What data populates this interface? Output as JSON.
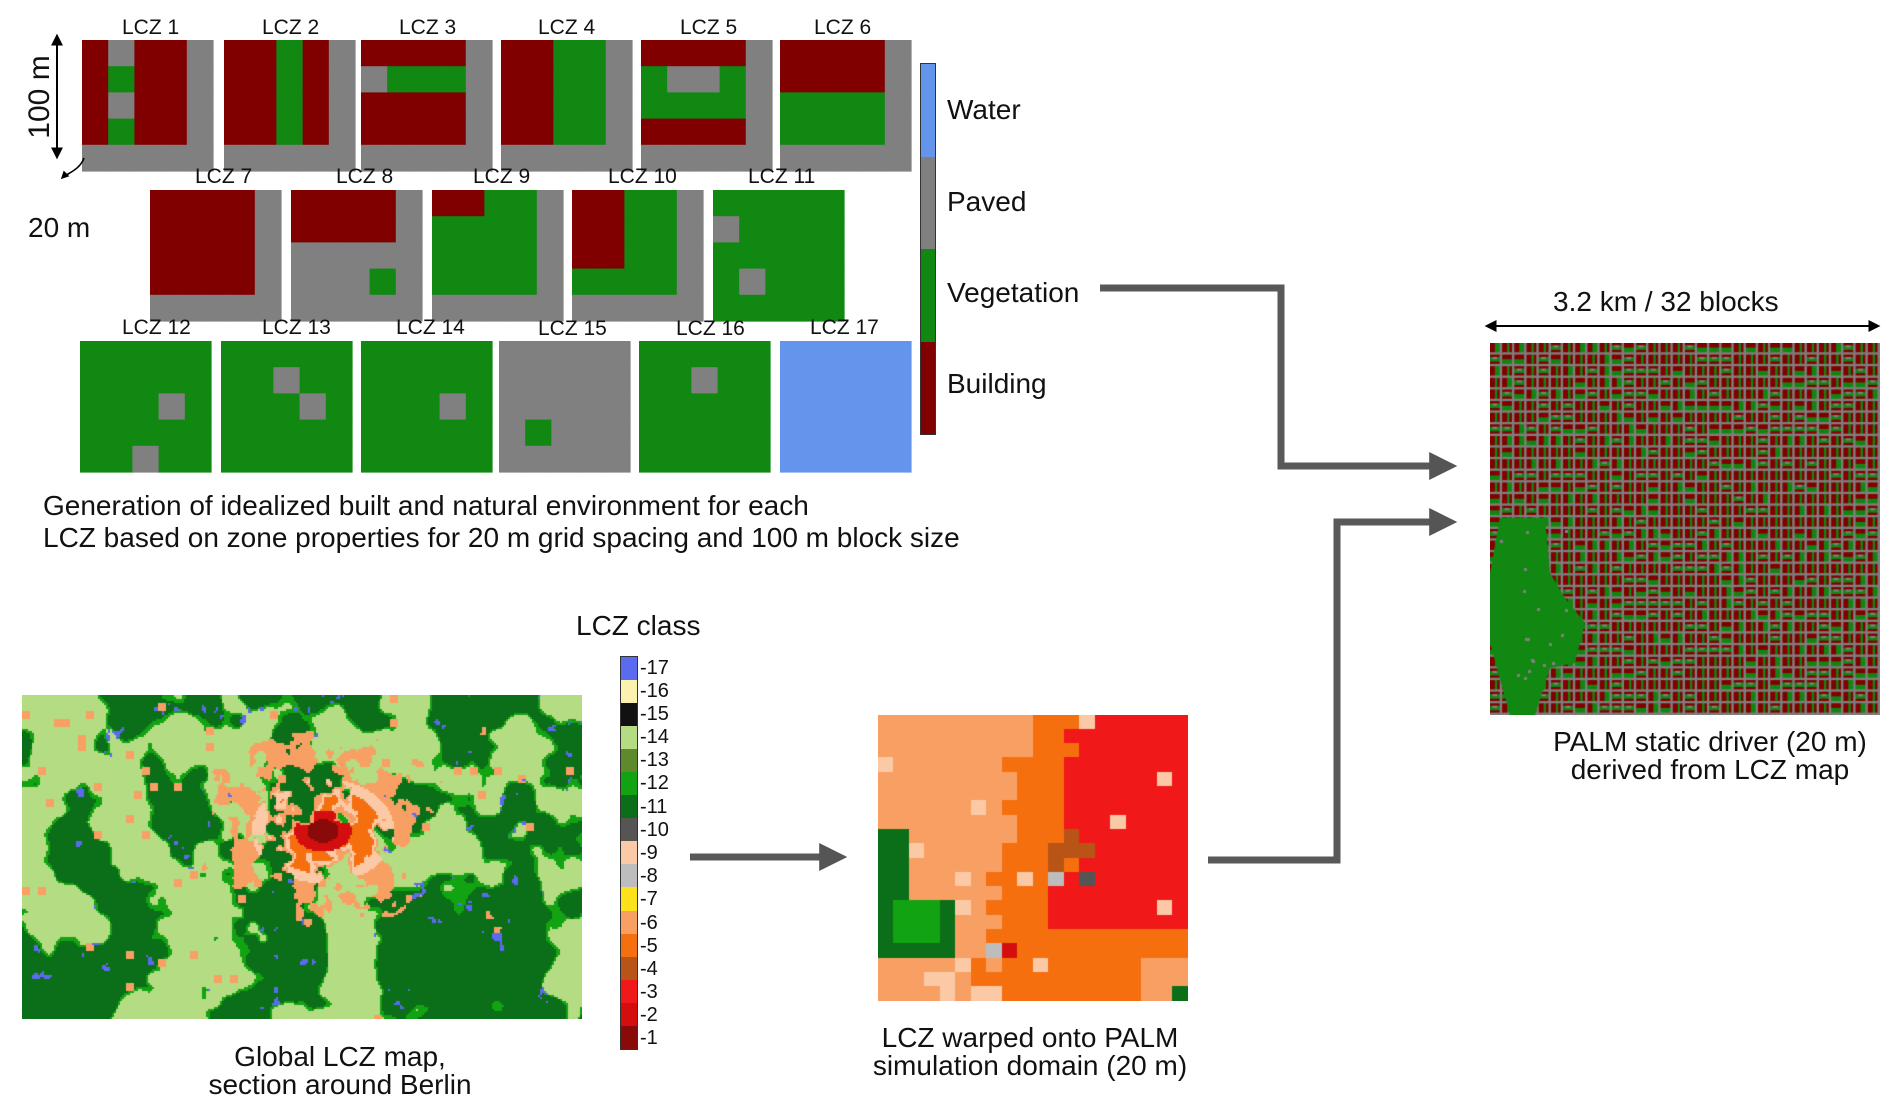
{
  "tiles": {
    "labels": [
      "LCZ 1",
      "LCZ 2",
      "LCZ 3",
      "LCZ 4",
      "LCZ 5",
      "LCZ 6",
      "LCZ 7",
      "LCZ 8",
      "LCZ 9",
      "LCZ 10",
      "LCZ 11",
      "LCZ 12",
      "LCZ 13",
      "LCZ 14",
      "LCZ 15",
      "LCZ 16",
      "LCZ 17"
    ],
    "block_size_label": "100 m",
    "grid_spacing_label": "20 m",
    "caption_line1": "Generation of idealized built and natural environment for each",
    "caption_line2": "LCZ based on zone properties for 20 m grid spacing and 100 m block size"
  },
  "surface_legend": {
    "items": [
      {
        "label": "Water",
        "color": "#6495ed"
      },
      {
        "label": "Paved",
        "color": "#808080"
      },
      {
        "label": "Vegetation",
        "color": "#118811"
      },
      {
        "label": "Building",
        "color": "#800000"
      }
    ]
  },
  "static_driver": {
    "extent_label": "3.2 km / 32 blocks",
    "caption_line1": "PALM static driver (20 m)",
    "caption_line2": "derived from LCZ map"
  },
  "lcz_class_legend": {
    "title": "LCZ class",
    "classes": [
      {
        "label": "17",
        "color": "#5b6bf0"
      },
      {
        "label": "16",
        "color": "#fbf2b0"
      },
      {
        "label": "15",
        "color": "#111111"
      },
      {
        "label": "14",
        "color": "#b4dc82"
      },
      {
        "label": "13",
        "color": "#5f8a2b"
      },
      {
        "label": "12",
        "color": "#12a312"
      },
      {
        "label": "11",
        "color": "#0b6e18"
      },
      {
        "label": "10",
        "color": "#555555"
      },
      {
        "label": "9",
        "color": "#fbc9a6"
      },
      {
        "label": "8",
        "color": "#bdbdbd"
      },
      {
        "label": "7",
        "color": "#fde11b"
      },
      {
        "label": "6",
        "color": "#f8a064"
      },
      {
        "label": "5",
        "color": "#f56f0f"
      },
      {
        "label": "4",
        "color": "#b95417"
      },
      {
        "label": "3",
        "color": "#f01818"
      },
      {
        "label": "2",
        "color": "#d40e0e"
      },
      {
        "label": "1",
        "color": "#8a0a0a"
      }
    ]
  },
  "global_map": {
    "caption_line1": "Global LCZ map,",
    "caption_line2": "section around Berlin"
  },
  "warped_map": {
    "caption_line1": "LCZ warped onto PALM",
    "caption_line2": "simulation domain (20 m)"
  }
}
